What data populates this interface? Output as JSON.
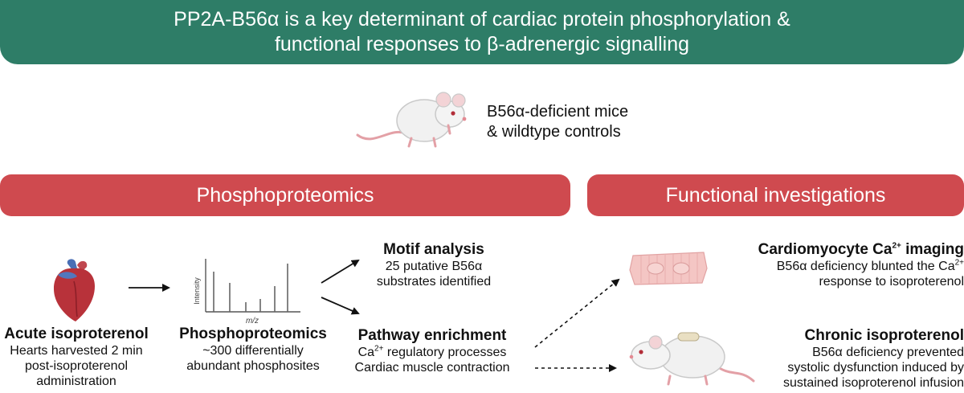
{
  "title": {
    "line1": "PP2A-B56α is a key determinant of cardiac protein phosphorylation &",
    "line2": "functional responses to β-adrenergic signalling"
  },
  "subjects": {
    "line1": "B56α-deficient mice",
    "line2": "& wildtype controls"
  },
  "sections": {
    "phosphoproteomics": "Phosphoproteomics",
    "functional": "Functional investigations"
  },
  "acute": {
    "heading": "Acute isoproterenol",
    "lines": [
      "Hearts harvested 2 min",
      "post-isoproterenol",
      "administration"
    ]
  },
  "phospho": {
    "heading": "Phosphoproteomics",
    "lines": [
      "~300 differentially",
      "abundant phosphosites"
    ],
    "y_axis_label": "Intensity",
    "x_axis_label": "m/z"
  },
  "motif": {
    "heading": "Motif analysis",
    "lines": [
      "25 putative B56α",
      "substrates identified"
    ]
  },
  "pathway": {
    "heading": "Pathway enrichment",
    "line1_prefix": "Ca",
    "line1_sup": "2+",
    "line1_suffix": " regulatory processes",
    "line2": "Cardiac muscle contraction"
  },
  "imaging": {
    "heading_prefix": "Cardiomyocyte Ca",
    "heading_sup": "2+",
    "heading_suffix": " imaging",
    "line1_prefix": "B56α deficiency blunted the Ca",
    "line1_sup": "2+",
    "line2": "response to isoproterenol"
  },
  "chronic": {
    "heading": "Chronic isoproterenol",
    "lines": [
      "B56α deficiency prevented",
      "systolic dysfunction induced by",
      "sustained isoproterenol infusion"
    ]
  },
  "colors": {
    "title_banner": "#2e7d67",
    "section_banner": "#cf4a4f",
    "heart": "#b8323a",
    "vessels": "#4a6fb5",
    "cell": "#f4c6c4"
  }
}
